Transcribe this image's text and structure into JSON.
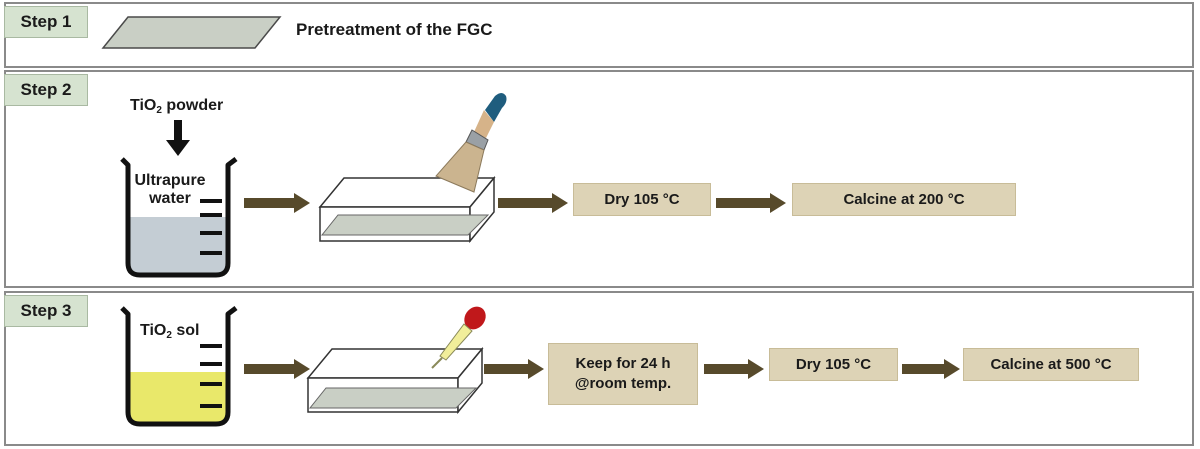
{
  "step1": {
    "label": "Step 1",
    "description": "Pretreatment of the FGC"
  },
  "step2": {
    "label": "Step 2",
    "powder_label": "TiO",
    "powder_sub": "2",
    "powder_suffix": " powder",
    "beaker_line1": "Ultrapure",
    "beaker_line2": "water",
    "dry_box": "Dry 105 °C",
    "calcine_box": "Calcine at 200 °C"
  },
  "step3": {
    "label": "Step 3",
    "sol_label": "TiO",
    "sol_sub": "2",
    "sol_suffix": " sol",
    "keep_line1": "Keep for 24 h",
    "keep_line2": "@room temp.",
    "dry_box": "Dry 105 °C",
    "calcine_box": "Calcine at 500 °C"
  },
  "colors": {
    "step_label_bg": "#d6e3d0",
    "process_box_bg": "#ddd3b6",
    "arrow": "#574a2b",
    "water_fill": "#c4cdd4",
    "sol_fill": "#e9e86a",
    "substrate": "#c9cfc5"
  },
  "icons": [
    "paint-brush-icon",
    "dropper-icon",
    "beaker-icon"
  ]
}
